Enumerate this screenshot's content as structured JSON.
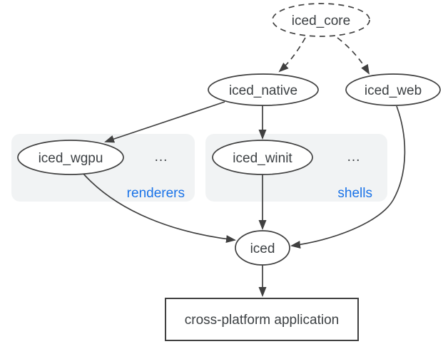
{
  "diagram": {
    "nodes": {
      "iced_core": {
        "label": "iced_core",
        "shape": "ellipse",
        "border": "dashed"
      },
      "iced_native": {
        "label": "iced_native",
        "shape": "ellipse",
        "border": "solid"
      },
      "iced_web": {
        "label": "iced_web",
        "shape": "ellipse",
        "border": "solid"
      },
      "iced_wgpu": {
        "label": "iced_wgpu",
        "shape": "ellipse",
        "border": "solid"
      },
      "iced_winit": {
        "label": "iced_winit",
        "shape": "ellipse",
        "border": "solid"
      },
      "iced": {
        "label": "iced",
        "shape": "ellipse",
        "border": "solid"
      },
      "application": {
        "label": "cross-platform application",
        "shape": "rectangle",
        "border": "solid"
      }
    },
    "groups": {
      "renderers": {
        "label": "renderers",
        "ellipsis": "...",
        "members": [
          "iced_wgpu"
        ]
      },
      "shells": {
        "label": "shells",
        "ellipsis": "...",
        "members": [
          "iced_winit"
        ]
      }
    },
    "edges": [
      {
        "from": "iced_core",
        "to": "iced_native",
        "style": "dashed"
      },
      {
        "from": "iced_core",
        "to": "iced_web",
        "style": "dashed"
      },
      {
        "from": "iced_native",
        "to": "iced_wgpu",
        "style": "solid"
      },
      {
        "from": "iced_native",
        "to": "iced_winit",
        "style": "solid"
      },
      {
        "from": "iced_winit",
        "to": "iced",
        "style": "solid"
      },
      {
        "from": "iced_wgpu",
        "to": "iced",
        "style": "solid"
      },
      {
        "from": "iced_web",
        "to": "iced",
        "style": "solid"
      },
      {
        "from": "iced",
        "to": "application",
        "style": "solid"
      }
    ],
    "colors": {
      "line": "#404040",
      "text": "#3c4043",
      "group_label": "#1a73e8",
      "group_background": "#f1f3f4",
      "node_fill": "#ffffff",
      "canvas_background": "#ffffff"
    }
  }
}
